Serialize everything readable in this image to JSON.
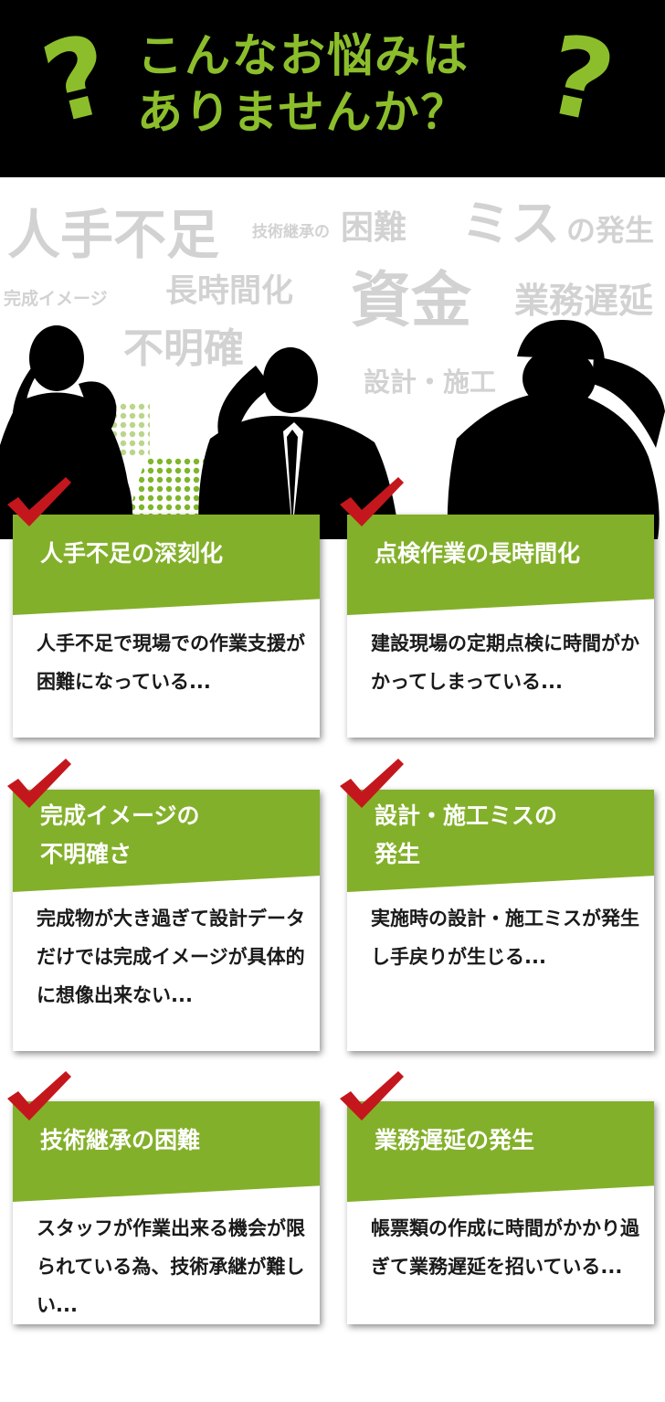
{
  "header": {
    "line1": "こんなお悩みは",
    "line2": "ありませんか？",
    "question_mark": "?",
    "accent_color": "#8cbe2c",
    "background_color": "#000000"
  },
  "word_cloud": {
    "w1": "人手不足",
    "w2": "技術継承の",
    "w3": "困難",
    "w4": "ミス",
    "w5": "の発生",
    "w6": "完成イメージ",
    "w7": "長時間化",
    "w8": "資金",
    "w9": "業務遅延",
    "w10": "不明確",
    "w11": "設計・施工"
  },
  "cards": [
    {
      "title1": "人手不足の深刻化",
      "title2": "",
      "body": "人手不足で現場での作業支援が困難になっている..."
    },
    {
      "title1": "点検作業の長時間化",
      "title2": "",
      "body": "建設現場の定期点検に時間がかかってしまっている..."
    },
    {
      "title1": "完成イメージの",
      "title2": "不明確さ",
      "body": "完成物が大き過ぎて設計データだけでは完成イメージが具体的に想像出来ない..."
    },
    {
      "title1": "設計・施工ミスの",
      "title2": "発生",
      "body": "実施時の設計・施工ミスが発生し手戻りが生じる..."
    },
    {
      "title1": "技術継承の困難",
      "title2": "",
      "body": "スタッフが作業出来る機会が限られている為、技術承継が難しい..."
    },
    {
      "title1": "業務遅延の発生",
      "title2": "",
      "body": "帳票類の作成に時間がかかり過ぎて業務遅延を招いている..."
    }
  ],
  "colors": {
    "card_head": "#83b02a",
    "check": "#c4171d",
    "word_cloud": "#d2d2d2",
    "dots": "#7fb52a"
  },
  "icons": {
    "check": "check-mark-icon",
    "people": "worried-people-silhouette"
  }
}
